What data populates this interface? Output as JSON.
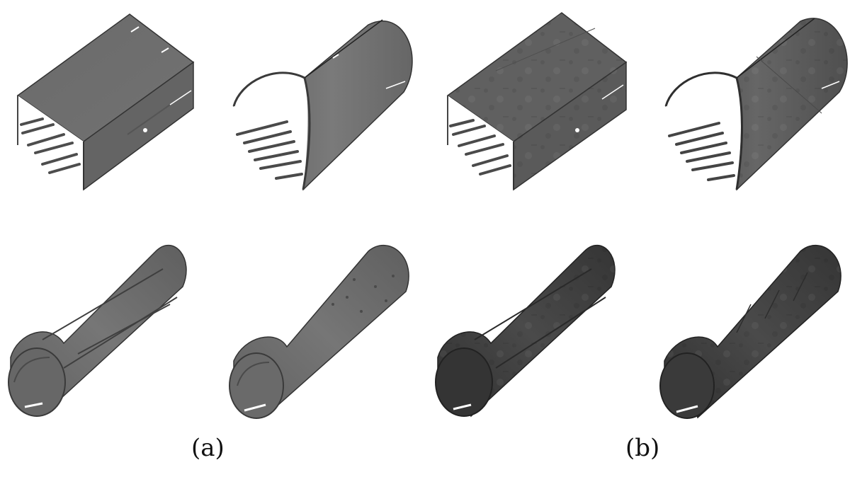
{
  "figure": {
    "panels": [
      {
        "id": "a",
        "label": "(a)",
        "style": "untextured"
      },
      {
        "id": "b",
        "label": "(b)",
        "style": "textured"
      }
    ],
    "models": [
      {
        "name": "rectangular-tunnel-model",
        "panel": "a",
        "row": 1,
        "shape": "box"
      },
      {
        "name": "arched-tunnel-model",
        "panel": "a",
        "row": 1,
        "shape": "arch"
      },
      {
        "name": "circular-tunnel-model-1",
        "panel": "a",
        "row": 2,
        "shape": "tube"
      },
      {
        "name": "circular-tunnel-model-2",
        "panel": "a",
        "row": 2,
        "shape": "tube"
      },
      {
        "name": "rectangular-tunnel-model",
        "panel": "b",
        "row": 1,
        "shape": "box"
      },
      {
        "name": "arched-tunnel-model",
        "panel": "b",
        "row": 1,
        "shape": "arch"
      },
      {
        "name": "circular-tunnel-model-1",
        "panel": "b",
        "row": 2,
        "shape": "tube"
      },
      {
        "name": "circular-tunnel-model-2",
        "panel": "b",
        "row": 2,
        "shape": "tube"
      }
    ],
    "colors": {
      "untextured_surface": "#6d6d6d",
      "untextured_side": "#595959",
      "textured_surface": "#5e5e5e",
      "textured_dark_surface": "#3b3b3b",
      "edge": "#2a2a2a",
      "highlight": "#ffffff"
    }
  }
}
